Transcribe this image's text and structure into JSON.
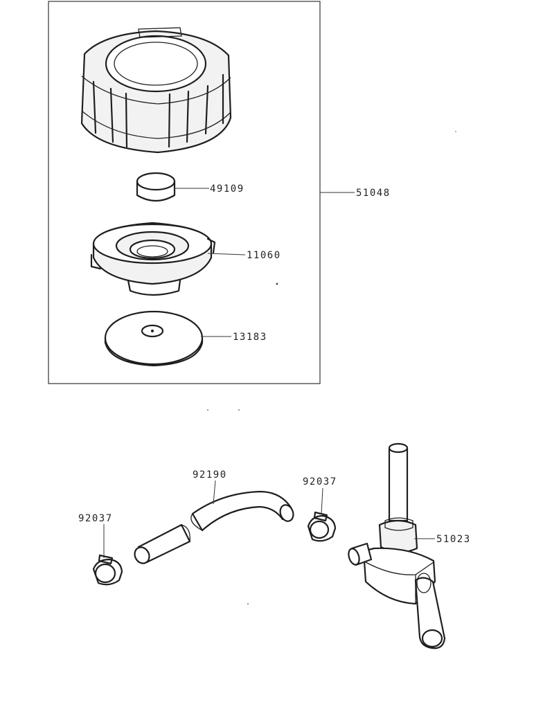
{
  "parts": {
    "cap_assembly": "51048",
    "gasket_small": "49109",
    "cap_seal_body": "11060",
    "gasket_disc": "13183",
    "fuel_hose": "92190",
    "clamp_left": "92037",
    "clamp_right": "92037",
    "fuel_cock": "51023"
  },
  "icons": {
    "fuel_cap": "fuel-cap-icon",
    "fuel_cock": "fuel-valve-icon",
    "hose_clamp": "hose-clamp-icon"
  },
  "colors": {
    "ink": "#1e1e1e",
    "paper": "#ffffff"
  }
}
